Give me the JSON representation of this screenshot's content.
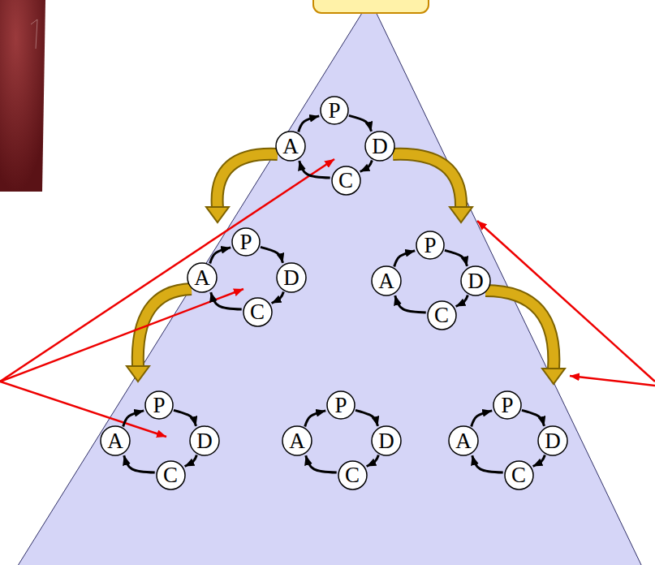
{
  "diagram": {
    "nodes": [
      {
        "text": [
          "P"
        ]
      },
      {
        "text": [
          "A"
        ]
      },
      {
        "text": [
          "D"
        ]
      },
      {
        "text": [
          "C"
        ]
      },
      {
        "text": [
          "P"
        ]
      },
      {
        "text": [
          "A"
        ]
      },
      {
        "text": [
          "D"
        ]
      },
      {
        "text": [
          "C"
        ]
      },
      {
        "text": [
          "P"
        ]
      },
      {
        "text": [
          "A"
        ]
      },
      {
        "text": [
          "D"
        ]
      },
      {
        "text": [
          "C"
        ]
      },
      {
        "text": [
          "P"
        ]
      },
      {
        "text": [
          "A"
        ]
      },
      {
        "text": [
          "D"
        ]
      },
      {
        "text": [
          "C"
        ]
      },
      {
        "text": [
          "P"
        ]
      },
      {
        "text": [
          "A"
        ]
      },
      {
        "text": [
          "D"
        ]
      },
      {
        "text": [
          "C"
        ]
      },
      {
        "text": [
          "P"
        ]
      },
      {
        "text": [
          "A"
        ]
      },
      {
        "text": [
          "D"
        ]
      },
      {
        "text": [
          "C"
        ]
      }
    ],
    "edges": [
      {
        "from": 0,
        "to": 2,
        "arrow": "to"
      },
      {
        "from": 2,
        "to": 3,
        "arrow": "to"
      },
      {
        "from": 3,
        "to": 1,
        "arrow": "to"
      },
      {
        "from": 1,
        "to": 0,
        "arrow": "to"
      },
      {
        "from": 4,
        "to": 6,
        "arrow": "to"
      },
      {
        "from": 6,
        "to": 7,
        "arrow": "to"
      },
      {
        "from": 7,
        "to": 5,
        "arrow": "to"
      },
      {
        "from": 5,
        "to": 4,
        "arrow": "to"
      },
      {
        "from": 8,
        "to": 10,
        "arrow": "to"
      },
      {
        "from": 10,
        "to": 11,
        "arrow": "to"
      },
      {
        "from": 11,
        "to": 9,
        "arrow": "to"
      },
      {
        "from": 9,
        "to": 8,
        "arrow": "to"
      },
      {
        "from": 12,
        "to": 14,
        "arrow": "to"
      },
      {
        "from": 14,
        "to": 15,
        "arrow": "to"
      },
      {
        "from": 15,
        "to": 13,
        "arrow": "to"
      },
      {
        "from": 13,
        "to": 12,
        "arrow": "to"
      },
      {
        "from": 16,
        "to": 18,
        "arrow": "to"
      },
      {
        "from": 18,
        "to": 19,
        "arrow": "to"
      },
      {
        "from": 19,
        "to": 17,
        "arrow": "to"
      },
      {
        "from": 17,
        "to": 16,
        "arrow": "to"
      },
      {
        "from": 20,
        "to": 22,
        "arrow": "to"
      },
      {
        "from": 22,
        "to": 23,
        "arrow": "to"
      },
      {
        "from": 23,
        "to": 21,
        "arrow": "to"
      },
      {
        "from": 21,
        "to": 20,
        "arrow": "to"
      }
    ]
  }
}
